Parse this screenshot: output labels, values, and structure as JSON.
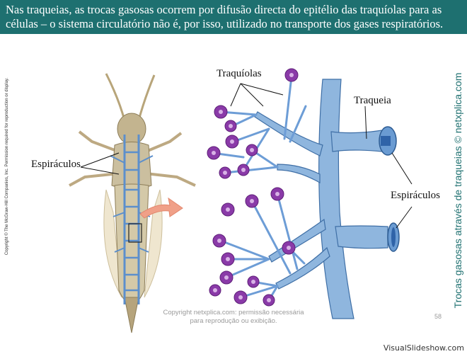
{
  "header": {
    "text": "Nas traqueias, as trocas gasosas ocorrem por difusão directa do epitélio das traquíolas para as células – o sistema circulatório não é, por isso, utilizado no transporte dos gases respiratórios."
  },
  "side": {
    "copyright": "Copyright © The McGraw-Hill Companies, Inc. Permission required for reproduction or display.",
    "title": "Trocas gasosas através de traqueias © netxplica.com"
  },
  "labels": {
    "espiraculos_left": "Espiráculos",
    "traquiolas": "Traquíolas",
    "traqueia": "Traqueia",
    "espiraculos_right": "Espiráculos"
  },
  "footer": {
    "copyright": "Copyright netxplica.com: permissão necessária para reprodução ou exibição.",
    "page_number": "58",
    "watermark": "VisualSlideshow.com"
  },
  "colors": {
    "header_bg": "#1e7070",
    "tube_fill": "#8fb6de",
    "tube_stroke": "#3f6fa6",
    "cell_fill": "#8a3aa8",
    "cell_core": "#d8b2e6",
    "arrow": "#f0a088",
    "insect_body": "#cbbf9f"
  }
}
